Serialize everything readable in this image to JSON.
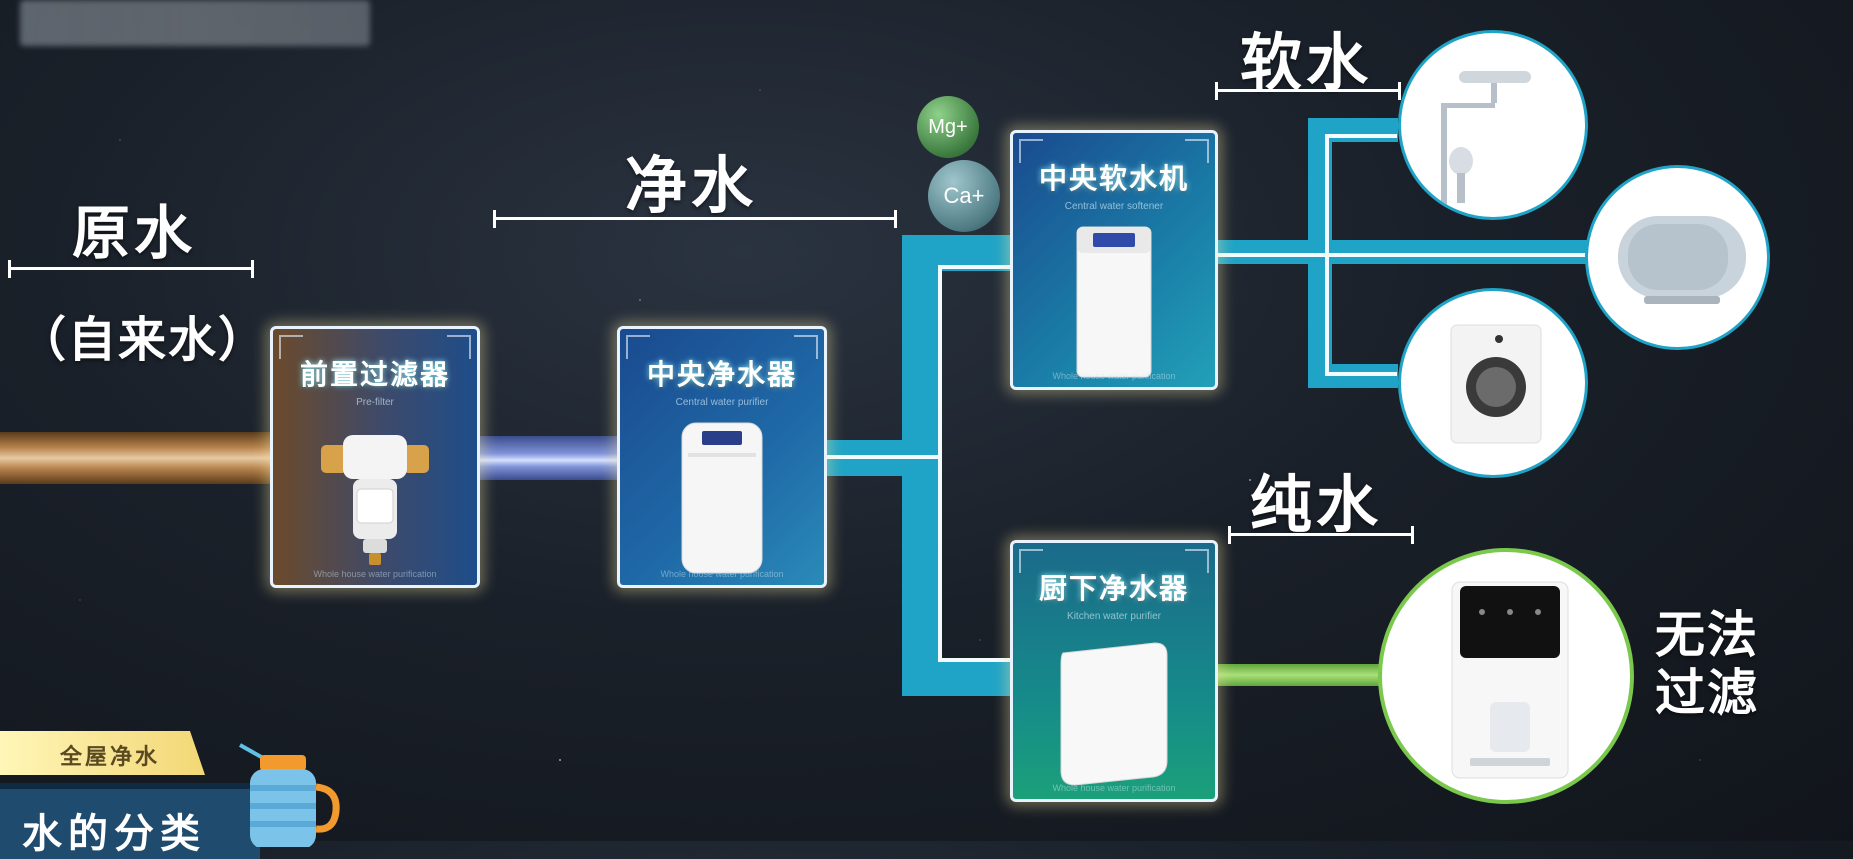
{
  "headers": {
    "raw_water": "原水",
    "raw_water_sub": "（自来水）",
    "purified_water": "净水",
    "soft_water": "软水",
    "pure_water": "纯水",
    "cannot_filter": "无法过滤"
  },
  "cards": [
    {
      "title": "前置过滤器",
      "subtitle": "Pre-filter",
      "footer": "Whole house water purification"
    },
    {
      "title": "中央净水器",
      "subtitle": "Central water purifier",
      "footer": "Whole house water purification"
    },
    {
      "title": "中央软水机",
      "subtitle": "Central water softener",
      "footer": "Whole house water purification"
    },
    {
      "title": "厨下净水器",
      "subtitle": "Kitchen water purifier",
      "footer": "Whole house water purification"
    }
  ],
  "ions": [
    "Mg+",
    "Ca+"
  ],
  "badge": {
    "tag": "全屋净水",
    "title": "水的分类"
  },
  "colors": {
    "raw": "#b7834d",
    "purified": "#7f93d8",
    "soft": "#1fa3c6",
    "pure": "#a9e07a",
    "card_brown": "#6b4a2b",
    "card_blue": "#1d4f8f",
    "card_teal": "#137a8a"
  },
  "icons": [
    "shower-icon",
    "water-heater-icon",
    "washing-machine-icon",
    "water-dispenser-icon",
    "water-bottle-icon"
  ]
}
